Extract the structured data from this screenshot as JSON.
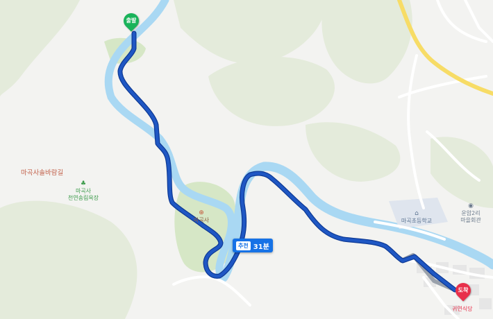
{
  "map": {
    "colors": {
      "background": "#f3f3f1",
      "forest": "#e4ebdb",
      "park": "#d6e7c6",
      "river": "#a9d8f3",
      "road_major": "#f7dc66",
      "road_minor": "#ffffff",
      "route": "#1f57c4",
      "route_outline": "#0e3a95",
      "school_area": "#dfe5ee",
      "town_blocks": "#e6e6e6"
    },
    "markers": {
      "start": {
        "label": "출발",
        "color": "#19b35a",
        "icon": "start-pin-icon"
      },
      "end": {
        "label": "도착",
        "color": "#e8304a",
        "icon": "destination-pin-icon"
      }
    },
    "route_badge": {
      "tag": "추천",
      "time": "31분",
      "color": "#1672e6"
    },
    "labels": {
      "trail": "마곡사솔바람길",
      "forest_name_line1": "마곡사",
      "forest_name_line2": "천연송림욕장",
      "temple": "마곡사",
      "school": "마곡초등학교",
      "hall_line1": "운암2리",
      "hall_line2": "마을회관",
      "destination_place": "귀연식당"
    },
    "icons": {
      "forest": "tree-icon",
      "temple": "temple-icon",
      "school": "school-icon",
      "hall": "community-hall-icon"
    }
  }
}
